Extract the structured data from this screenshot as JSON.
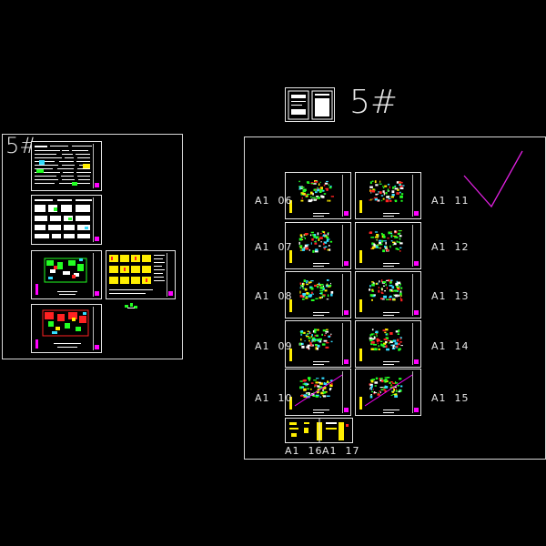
{
  "left_panel": {
    "title": "5#"
  },
  "top_header": {
    "title": "5#"
  },
  "right_panel": {
    "rows": [
      {
        "left_label": "A1  06",
        "right_label": "A1  11"
      },
      {
        "left_label": "A1  07",
        "right_label": "A1  12"
      },
      {
        "left_label": "A1  08",
        "right_label": "A1  13"
      },
      {
        "left_label": "A1  09",
        "right_label": "A1  14"
      },
      {
        "left_label": "A1  10",
        "right_label": "A1  15"
      }
    ],
    "bottom_labels": [
      "A1  16",
      "A1  17"
    ]
  },
  "colors": {
    "frame": "#d8d8d8",
    "accent_magenta": "#ff00ff",
    "plan_green": "#22ff22",
    "plan_red": "#ff2222",
    "plan_yellow": "#ffee00",
    "plan_cyan": "#33ddff"
  },
  "annotations": {
    "check_mark_color": "#e020e0"
  }
}
